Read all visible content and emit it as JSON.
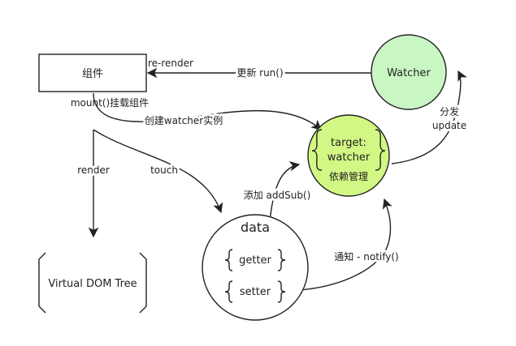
{
  "nodes": {
    "component": "组件",
    "watcher": "Watcher",
    "target_line1": "target:",
    "target_line2": "watcher",
    "dependency_mgmt": "依赖管理",
    "data": "data",
    "getter": "getter",
    "setter": "setter",
    "virtual_dom": "Virtual DOM Tree"
  },
  "edges": {
    "re_render": "re-render",
    "update_run": "更新 run()",
    "mount": "mount()挂载组件",
    "create_watcher": "创建watcher实例",
    "render": "render",
    "touch": "touch",
    "add_sub": "添加 addSub()",
    "notify": "通知 - notify()",
    "dispatch_line1": "分发",
    "dispatch_line2": "update"
  },
  "colors": {
    "watcher_fill": "#c9f7c4",
    "dep_fill": "#d2f784",
    "stroke": "#222222",
    "background": "#ffffff"
  }
}
